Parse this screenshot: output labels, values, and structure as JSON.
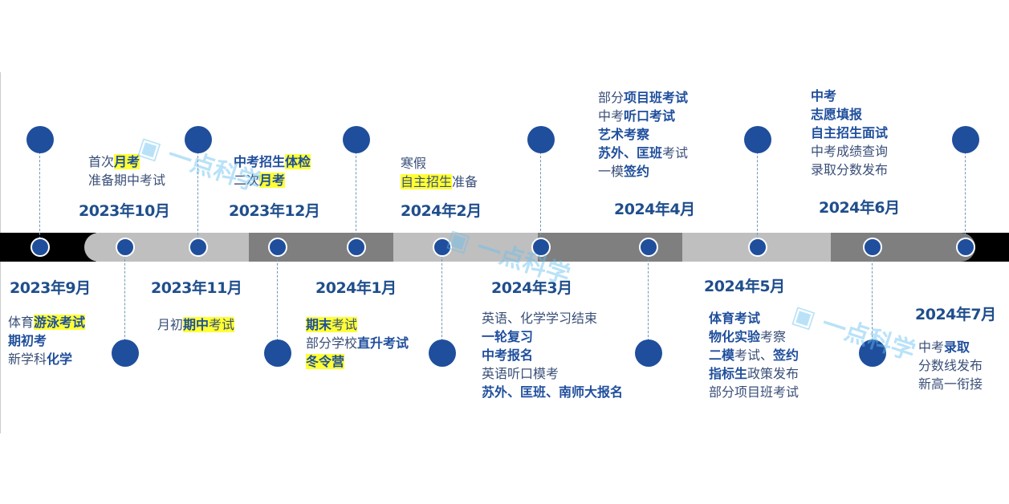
{
  "colors": {
    "node": "#1f4e9c",
    "band_dark": "#7f7f7f",
    "band_light": "#bfbfbf",
    "band_end": "#000000",
    "highlight": "#ffff33"
  },
  "watermark": "一点科学",
  "events": [
    {
      "date": "2023年9月",
      "lines": [
        [
          {
            "t": "体育"
          },
          {
            "t": "游泳考试",
            "b": 1,
            "h": 1
          }
        ],
        [
          {
            "t": "期初考",
            "b": 1
          }
        ],
        [
          {
            "t": "新学科"
          },
          {
            "t": "化学",
            "b": 1
          }
        ]
      ]
    },
    {
      "date": "2023年10月",
      "lines": [
        [
          {
            "t": "首次"
          },
          {
            "t": "月考",
            "b": 1,
            "h": 1
          }
        ],
        [
          {
            "t": "准备期中考试"
          }
        ]
      ]
    },
    {
      "date": "2023年11月",
      "lines": [
        [
          {
            "t": "月初"
          },
          {
            "t": "期中",
            "b": 1,
            "h": 1
          },
          {
            "t": "考试",
            "h": 1
          }
        ]
      ]
    },
    {
      "date": "2023年12月",
      "lines": [
        [
          {
            "t": "中考招生",
            "b": 1
          },
          {
            "t": "体检",
            "b": 1,
            "h": 1
          }
        ],
        [
          {
            "t": "二次"
          },
          {
            "t": "月考",
            "b": 1,
            "h": 1
          }
        ]
      ]
    },
    {
      "date": "2024年1月",
      "lines": [
        [
          {
            "t": "期末",
            "b": 1,
            "h": 1
          },
          {
            "t": "考试",
            "h": 1
          }
        ],
        [
          {
            "t": "部分学校"
          },
          {
            "t": "直升考试",
            "b": 1
          }
        ],
        [
          {
            "t": "冬令营",
            "b": 1,
            "h": 1
          }
        ]
      ]
    },
    {
      "date": "2024年2月",
      "lines": [
        [
          {
            "t": "寒假"
          }
        ],
        [
          {
            "t": "自主招生",
            "h": 1
          },
          {
            "t": "准备"
          }
        ]
      ]
    },
    {
      "date": "2024年3月",
      "lines": [
        [
          {
            "t": "英语、化学学习结束"
          }
        ],
        [
          {
            "t": "一轮复习",
            "b": 1
          }
        ],
        [
          {
            "t": "中考报名",
            "b": 1
          }
        ],
        [
          {
            "t": "英语听口模考"
          }
        ],
        [
          {
            "t": "苏外、匡班、南师大报名",
            "b": 1
          }
        ]
      ]
    },
    {
      "date": "2024年4月",
      "lines": [
        [
          {
            "t": "部分"
          },
          {
            "t": "项目班考试",
            "b": 1
          }
        ],
        [
          {
            "t": "中考"
          },
          {
            "t": "听口考试",
            "b": 1
          }
        ],
        [
          {
            "t": "艺术考察",
            "b": 1
          }
        ],
        [
          {
            "t": "苏外、匡班",
            "b": 1
          },
          {
            "t": "考试"
          }
        ],
        [
          {
            "t": "一模"
          },
          {
            "t": "签约",
            "b": 1
          }
        ]
      ]
    },
    {
      "date": "2024年5月",
      "lines": [
        [
          {
            "t": "体育考试",
            "b": 1
          }
        ],
        [
          {
            "t": "物化实验",
            "b": 1
          },
          {
            "t": "考察"
          }
        ],
        [
          {
            "t": "二模",
            "b": 1
          },
          {
            "t": "考试、"
          },
          {
            "t": "签约",
            "b": 1
          }
        ],
        [
          {
            "t": "指标生",
            "b": 1
          },
          {
            "t": "政策发布"
          }
        ],
        [
          {
            "t": "部分项目班考试"
          }
        ]
      ]
    },
    {
      "date": "2024年6月",
      "lines": [
        [
          {
            "t": "中考",
            "b": 1
          }
        ],
        [
          {
            "t": "志愿填报",
            "b": 1
          }
        ],
        [
          {
            "t": "自主招生面试",
            "b": 1
          }
        ],
        [
          {
            "t": "中考成绩查询"
          }
        ],
        [
          {
            "t": "录取分数发布"
          }
        ]
      ]
    },
    {
      "date": "2024年7月",
      "lines": [
        [
          {
            "t": "中考"
          },
          {
            "t": "录取",
            "b": 1
          }
        ],
        [
          {
            "t": "分数线发布"
          }
        ],
        [
          {
            "t": "新高一衔接"
          }
        ]
      ]
    }
  ]
}
